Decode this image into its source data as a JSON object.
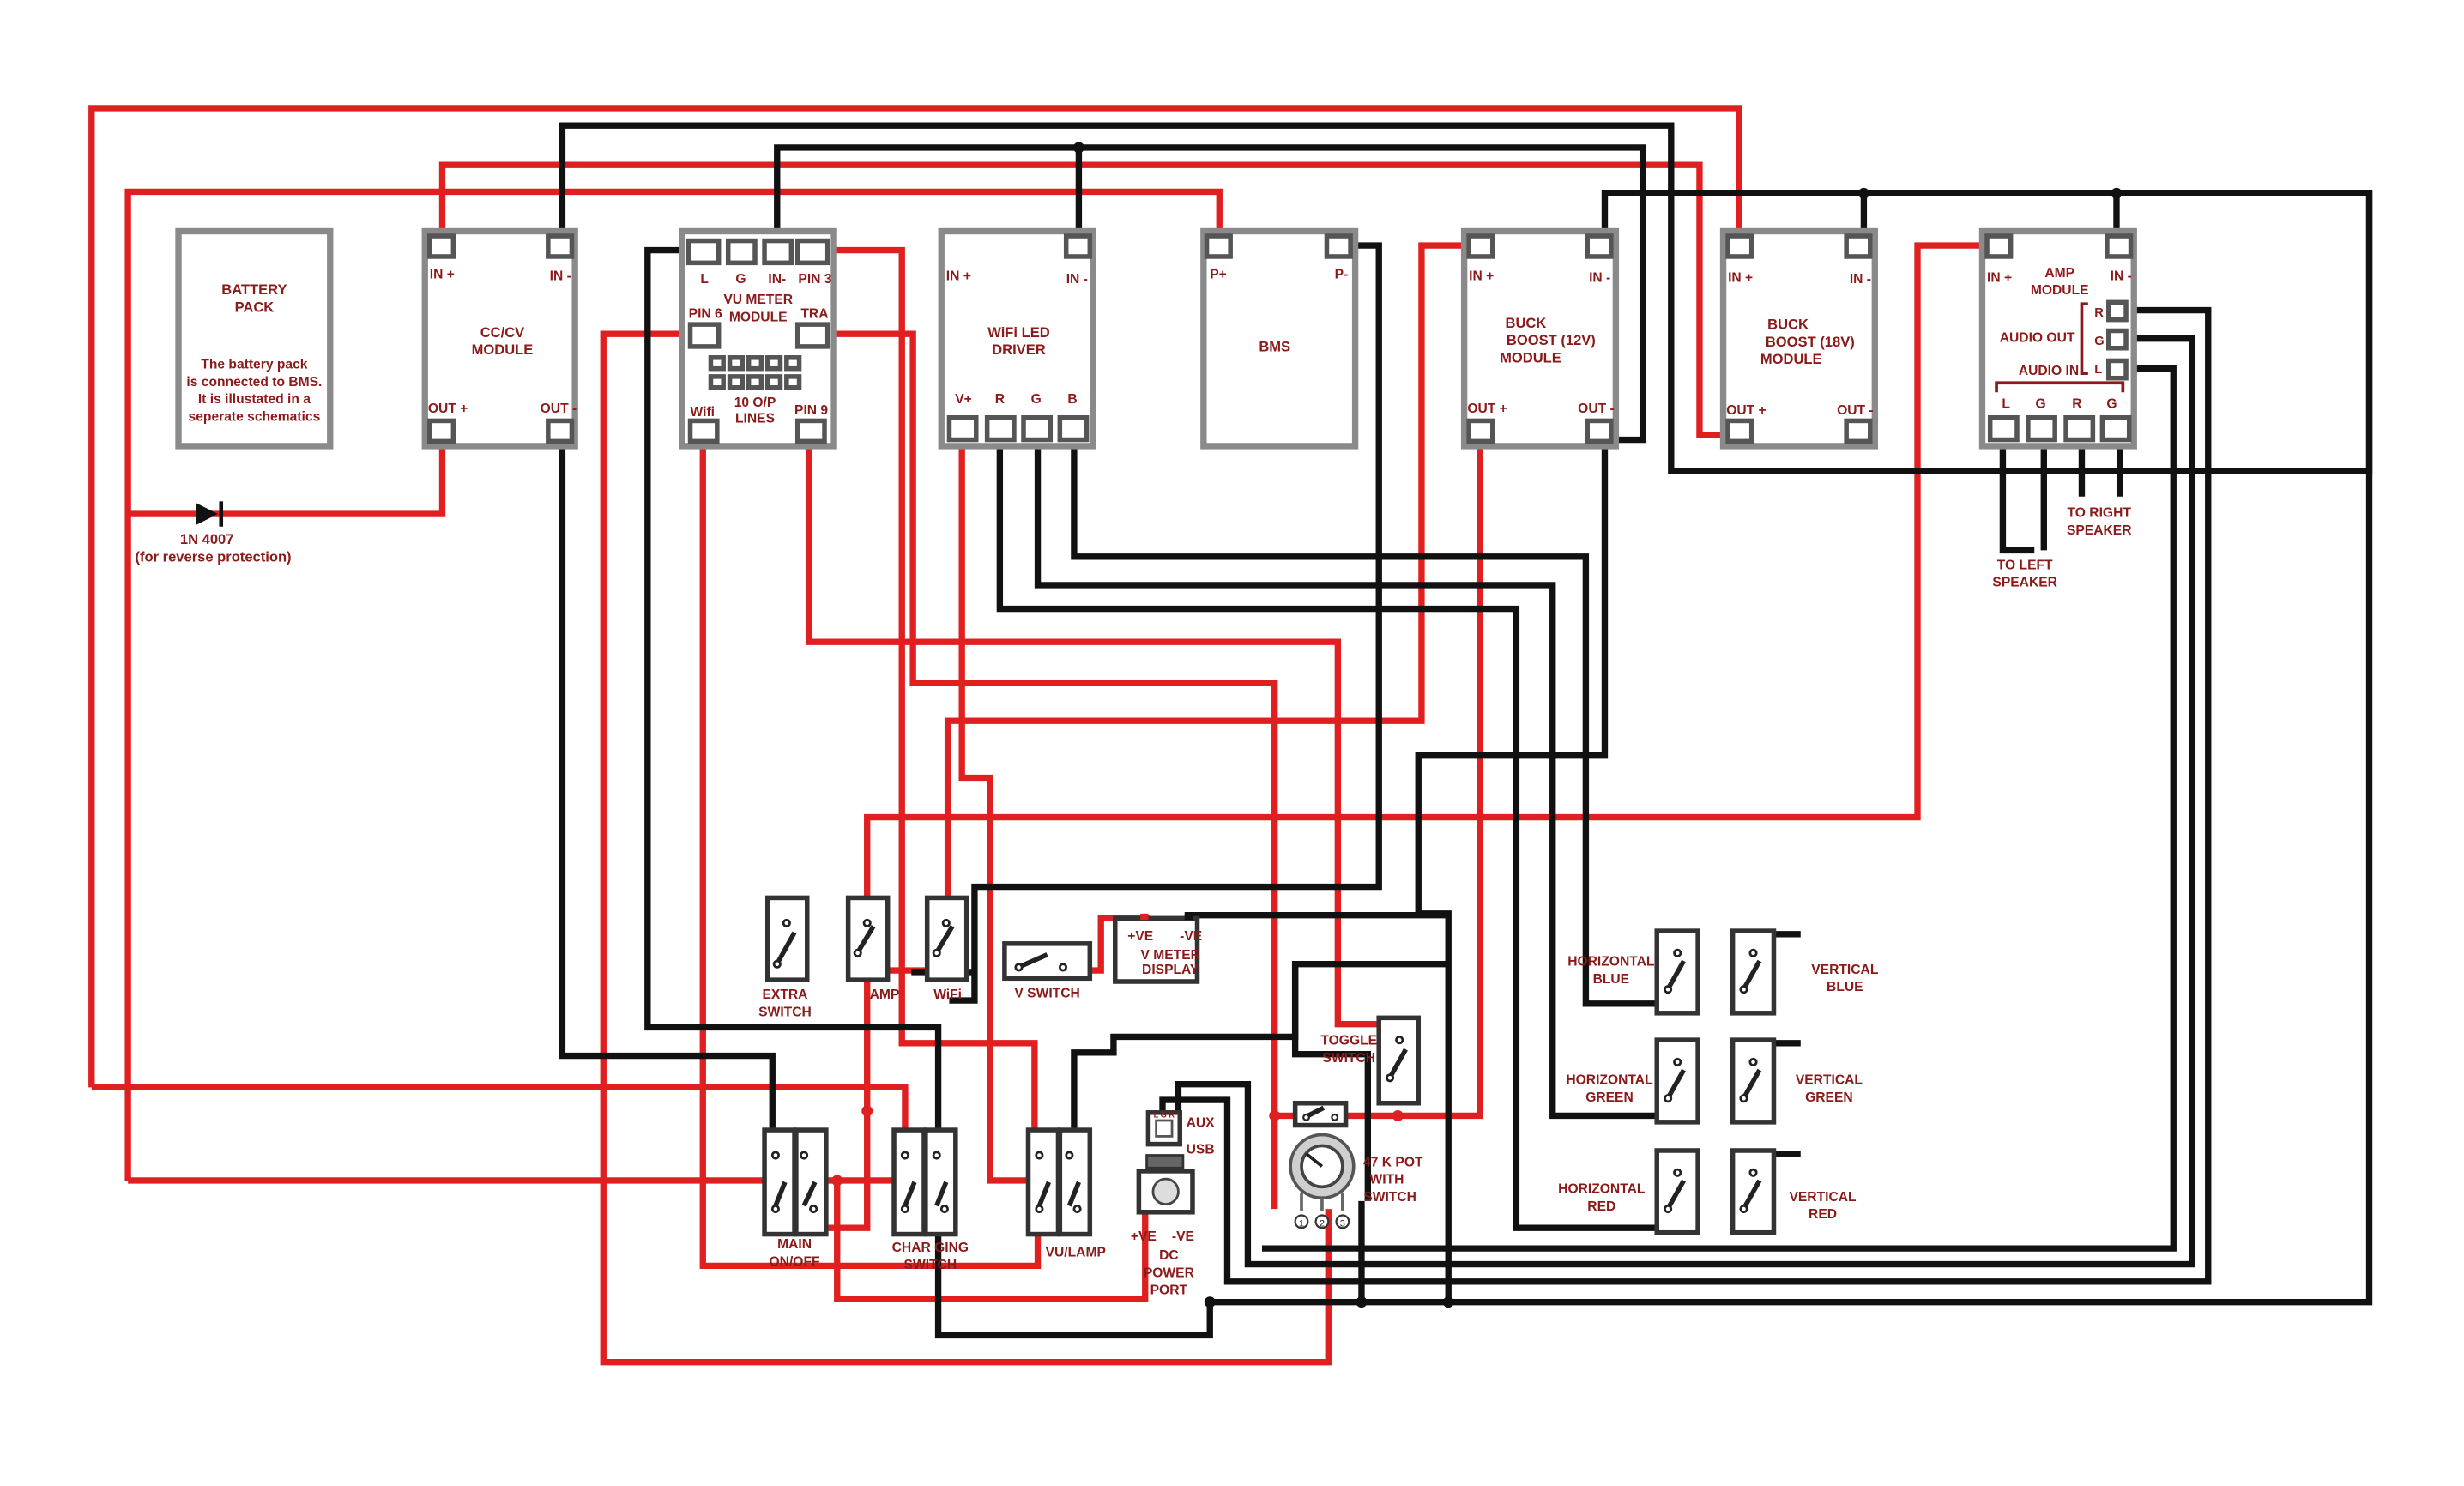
{
  "colors": {
    "positive_wire": "#e02020",
    "negative_wire": "#111111",
    "label": "#8b1a1a",
    "module_border": "#8a8a8a"
  },
  "battery": {
    "title_line1": "BATTERY",
    "title_line2": "PACK",
    "note_line1": "The battery pack",
    "note_line2": "is connected to BMS.",
    "note_line3": "It is illustated in a",
    "note_line4": "seperate schematics"
  },
  "diode": {
    "label": "1N 4007",
    "note": "(for reverse protection)"
  },
  "modules": {
    "cccv": {
      "name_line1": "CC/CV",
      "name_line2": "MODULE",
      "in_plus": "IN +",
      "in_minus": "IN -",
      "out_plus": "OUT +",
      "out_minus": "OUT -"
    },
    "vu": {
      "l": "L",
      "g": "G",
      "in_minus": "IN-",
      "pin3": "PIN 3",
      "name_line1": "VU METER",
      "name_line2": "MODULE",
      "pin6": "PIN 6",
      "tra": "TRA",
      "lines_line1": "10 O/P",
      "lines_line2": "LINES",
      "wifi": "Wifi",
      "pin9": "PIN 9"
    },
    "wifi_driver": {
      "in_plus": "IN +",
      "in_minus": "IN -",
      "name_line1": "WiFi LED",
      "name_line2": "DRIVER",
      "v_plus": "V+",
      "r": "R",
      "g": "G",
      "b": "B"
    },
    "bms": {
      "p_plus": "P+",
      "p_minus": "P-",
      "name": "BMS"
    },
    "buck12": {
      "in_plus": "IN +",
      "in_minus": "IN -",
      "name_line1": "BUCK",
      "name_line2": "BOOST  (12V)",
      "name_line3": "MODULE",
      "out_plus": "OUT +",
      "out_minus": "OUT -"
    },
    "buck18": {
      "in_plus": "IN +",
      "in_minus": "IN -",
      "name_line1": "BUCK",
      "name_line2": "BOOST  (18V)",
      "name_line3": "MODULE",
      "out_plus": "OUT +",
      "out_minus": "OUT -"
    },
    "amp": {
      "in_plus": "IN +",
      "in_minus": "IN -",
      "name_line1": "AMP",
      "name_line2": "MODULE",
      "audio_out": "AUDIO OUT",
      "audio_in": "AUDIO IN",
      "r": "R",
      "g": "G",
      "l": "L",
      "out_l": "L",
      "out_g": "G",
      "out_r": "R",
      "out_g2": "G"
    }
  },
  "speakers": {
    "left_line1": "TO LEFT",
    "left_line2": "SPEAKER",
    "right_line1": "TO RIGHT",
    "right_line2": "SPEAKER"
  },
  "switches": {
    "extra_line1": "EXTRA",
    "extra_line2": "SWITCH",
    "amp": "AMP",
    "wifi": "WiFi",
    "v_switch": "V SWITCH",
    "toggle_line1": "TOGGLE",
    "toggle_line2": "SWITCH",
    "main_line1": "MAIN",
    "main_line2": "ON/OFF",
    "charging_line1": "CHAR  GING",
    "charging_line2": "SWITCH",
    "vu_lamp": "VU/LAMP"
  },
  "vmeter": {
    "pos": "+VE",
    "neg": "-VE",
    "name_line1": "V METER",
    "name_line2": "DISPLAY"
  },
  "ports": {
    "aux": "AUX",
    "aux_pins": "L G R",
    "usb": "USB",
    "dc_pos": "+VE",
    "dc_neg": "-VE",
    "dc_line1": "DC",
    "dc_line2": "POWER",
    "dc_line3": "PORT"
  },
  "pot": {
    "line1": "47 K POT",
    "line2": "WITH",
    "line3": "SWITCH",
    "pin1": "1",
    "pin2": "2",
    "pin3": "3"
  },
  "led_switches": {
    "h_blue_line1": "HORIZONTAL",
    "h_blue_line2": "BLUE",
    "v_blue_line1": "VERTICAL",
    "v_blue_line2": "BLUE",
    "h_green_line1": "HORIZONTAL",
    "h_green_line2": "GREEN",
    "v_green_line1": "VERTICAL",
    "v_green_line2": "GREEN",
    "h_red_line1": "HORIZONTAL",
    "h_red_line2": "RED",
    "v_red_line1": "VERTICAL",
    "v_red_line2": "RED"
  }
}
